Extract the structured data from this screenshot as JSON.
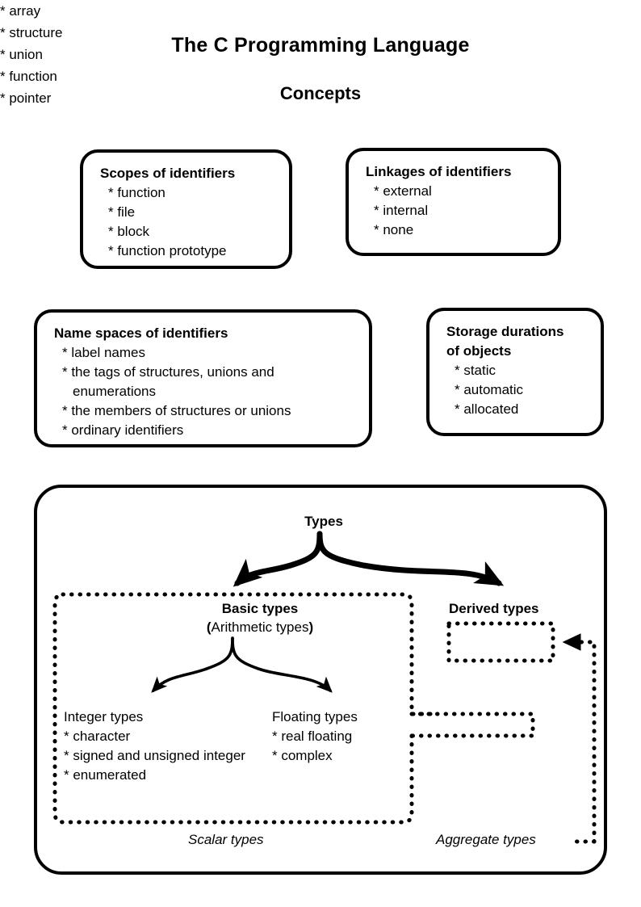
{
  "document": {
    "title": "The C Programming Language",
    "subtitle": "Concepts"
  },
  "boxes": [
    {
      "id": "scopes",
      "title": "Scopes of identifiers",
      "items": [
        "* function",
        "* file",
        "* block",
        "* function prototype"
      ]
    },
    {
      "id": "linkages",
      "title": "Linkages of identifiers",
      "items": [
        "* external",
        "* internal",
        "* none"
      ]
    },
    {
      "id": "namespaces",
      "title": "Name spaces of identifiers",
      "items": [
        "* label names",
        "* the tags of structures, unions and enumerations",
        "* the members of structures or unions",
        "* ordinary identifiers"
      ]
    },
    {
      "id": "storage",
      "title_line1": "Storage durations",
      "title_line2": "of objects",
      "items": [
        "* static",
        "* automatic",
        "* allocated"
      ]
    }
  ],
  "types": {
    "heading": "Types",
    "basic": {
      "title": "Basic types",
      "subtitle_open": "(",
      "subtitle_text": "Arithmetic types",
      "subtitle_close": ")",
      "integer": {
        "title": "Integer types",
        "items": [
          "* character",
          "* signed and unsigned integer",
          "* enumerated"
        ]
      },
      "floating": {
        "title": "Floating types",
        "items": [
          "* real floating",
          "* complex"
        ]
      }
    },
    "derived": {
      "title": "Derived types",
      "items": [
        "* array",
        "* structure",
        "* union",
        "* function",
        "* pointer"
      ]
    },
    "scalar_label": "Scalar types",
    "aggregate_label": "Aggregate types"
  },
  "colors": {
    "stroke": "#000000",
    "background": "#ffffff"
  }
}
